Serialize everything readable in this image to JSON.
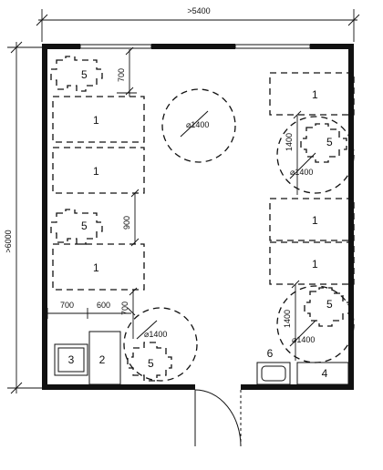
{
  "dimensions": {
    "overall_width": ">5400",
    "overall_depth": ">6000",
    "gap_top": "700",
    "gap_middle": "900",
    "side_a": "700",
    "side_b": "600",
    "wheelchair_side": "700",
    "wheelchair_right_top": "1400",
    "wheelchair_right_bottom": "1400"
  },
  "turning_circles": {
    "center": "⌀1400",
    "right_upper": "⌀1400",
    "right_lower": "⌀1400",
    "left_lower": "⌀1400"
  },
  "items": {
    "beds": [
      "1",
      "1",
      "1",
      "1",
      "1",
      "1"
    ],
    "chairs": [
      "5",
      "5",
      "5",
      "5",
      "5"
    ],
    "item_2": "2",
    "item_3": "3",
    "item_4": "4",
    "item_6": "6"
  }
}
